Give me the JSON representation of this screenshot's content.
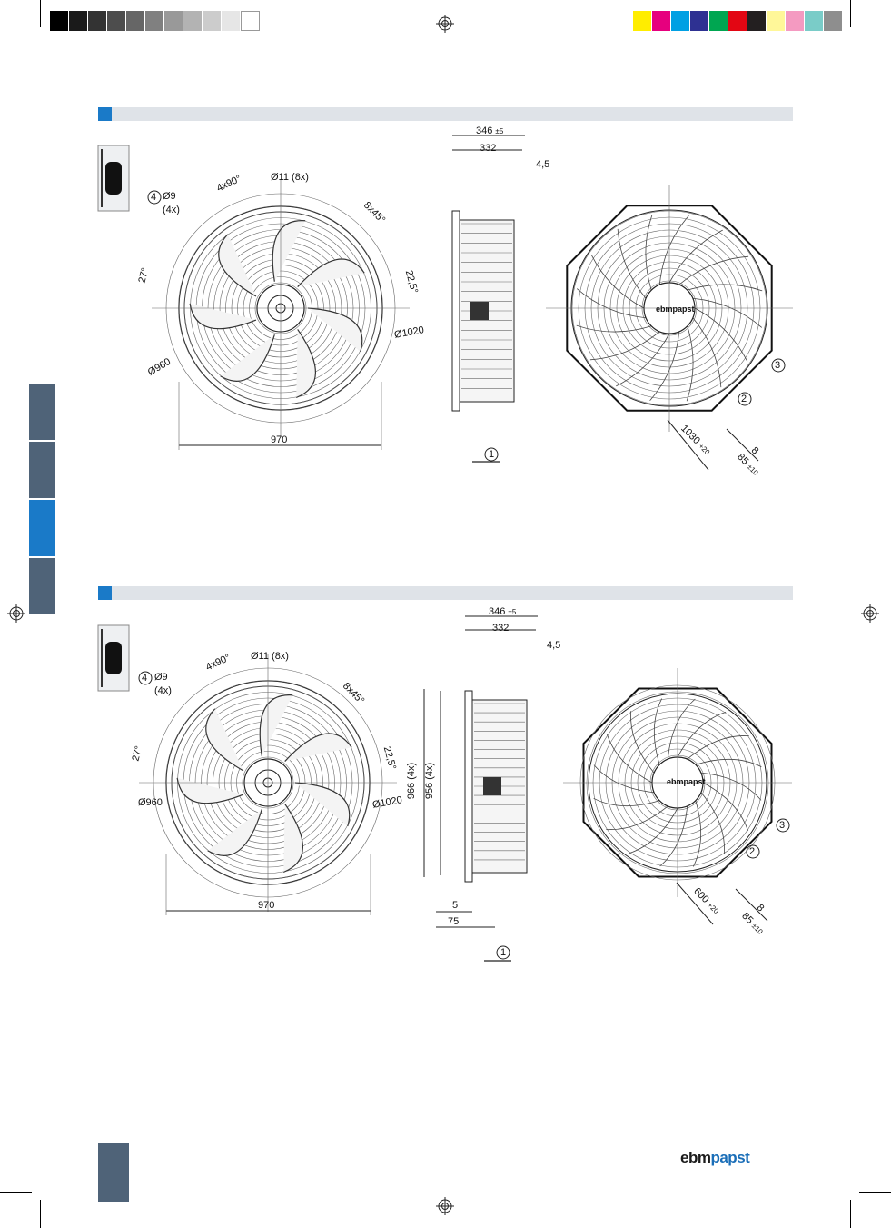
{
  "print_marks": {
    "gray_swatches": [
      "#000000",
      "#1a1a1a",
      "#333333",
      "#4d4d4d",
      "#666666",
      "#808080",
      "#999999",
      "#b3b3b3",
      "#cccccc",
      "#e6e6e6",
      "#ffffff"
    ],
    "color_swatches": [
      "#ffed00",
      "#e6007e",
      "#00a0e3",
      "#2e3192",
      "#00a651",
      "#e30613",
      "#231f20",
      "#fff799",
      "#f49ac1",
      "#7accc8",
      "#8e8e8e"
    ]
  },
  "colors": {
    "accent": "#1a7ac8",
    "tab_dark": "#4f6378",
    "bar": "#dfe3e8"
  },
  "drawing1": {
    "front": {
      "mount": "Ø9",
      "mount_qty": "(4x)",
      "angle_4x": "4x90°",
      "holes": "Ø11 (8x)",
      "angle_8x": "8x45°",
      "angle_27": "27°",
      "angle_225": "22,5°",
      "dia_960": "Ø960",
      "dia_1020": "Ø1020",
      "width": "970",
      "callout_4": "4"
    },
    "side": {
      "depth_total": "346",
      "depth_tol": "±5",
      "depth_inner": "332",
      "flange": "4,5"
    },
    "rear": {
      "brand": "ebmpapst",
      "cable_len": "1030",
      "cable_tol": "+20",
      "strip": "8",
      "strip2": "85",
      "strip2_tol": "±10",
      "callout_1": "1",
      "callout_2": "2",
      "callout_3": "3"
    }
  },
  "drawing2": {
    "front": {
      "mount": "Ø9",
      "mount_qty": "(4x)",
      "angle_4x": "4x90°",
      "holes": "Ø11 (8x)",
      "angle_8x": "8x45°",
      "angle_27": "27°",
      "angle_225": "22,5°",
      "dia_960": "Ø960",
      "dia_1020": "Ø1020",
      "width": "970",
      "callout_4": "4"
    },
    "side": {
      "depth_total": "346",
      "depth_tol": "±5",
      "depth_inner": "332",
      "flange": "4,5",
      "h966": "966 (4x)",
      "h956": "956 (4x)",
      "d5": "5",
      "d75": "75"
    },
    "rear": {
      "brand": "ebmpapst",
      "cable_len": "600",
      "cable_tol": "+20",
      "strip": "8",
      "strip2": "85",
      "strip2_tol": "±10",
      "callout_1": "1",
      "callout_2": "2",
      "callout_3": "3"
    }
  },
  "footer": {
    "logo_part1": "ebm",
    "logo_part2": "papst"
  }
}
